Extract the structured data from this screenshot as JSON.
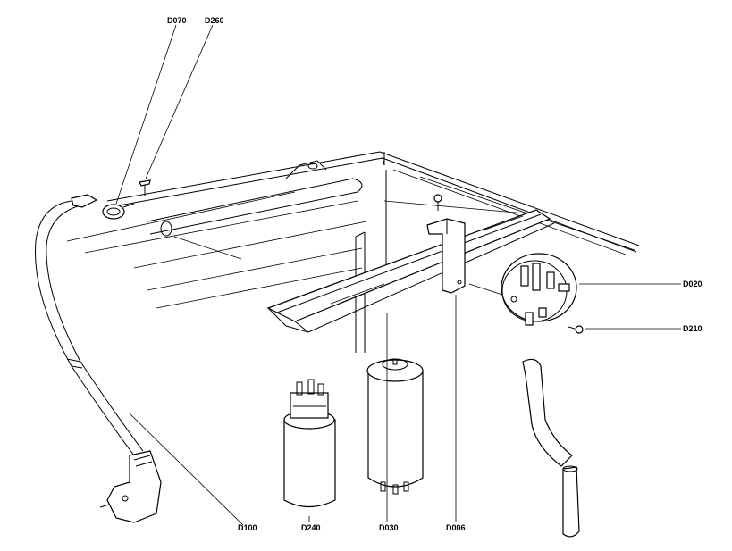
{
  "labels": {
    "d070": "D070",
    "d260": "D260",
    "d020": "D020",
    "d210": "D210",
    "d100": "D100",
    "d240": "D240",
    "d030": "D030",
    "d006": "D006"
  },
  "colors": {
    "line": "#000000",
    "background": "#ffffff"
  }
}
